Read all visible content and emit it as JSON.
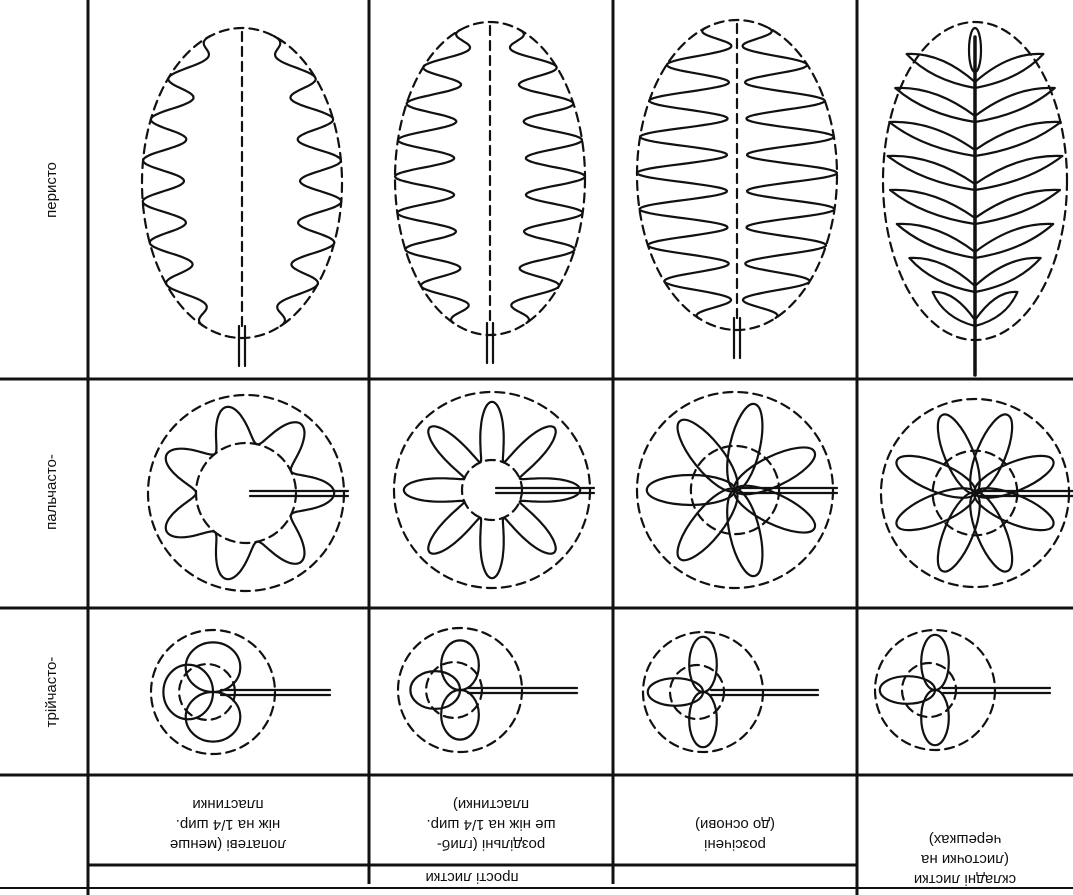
{
  "rows": [
    {
      "key": "pinnate",
      "label": "перисто"
    },
    {
      "key": "palmate",
      "label": "пальчасто-"
    },
    {
      "key": "ternate",
      "label": "трійчасто-"
    }
  ],
  "columns": [
    {
      "key": "lobed",
      "lines": [
        "лопатеві (менше",
        "ніж на 1/4 шир.",
        "пластинки"
      ]
    },
    {
      "key": "cleft",
      "lines": [
        "роздільні (глиб-",
        "ше ніж на 1/4 шир.",
        "пластинки)"
      ]
    },
    {
      "key": "parted",
      "lines": [
        "розсічені",
        "(до основи)"
      ]
    },
    {
      "key": "compound",
      "lines": [
        "складні листки",
        "(листочки на",
        "черешках)"
      ]
    }
  ],
  "group": {
    "label": "прості листки"
  },
  "compound_group": {
    "label": "складні листки"
  },
  "colors": {
    "line": "#111111",
    "background": "#ffffff"
  }
}
